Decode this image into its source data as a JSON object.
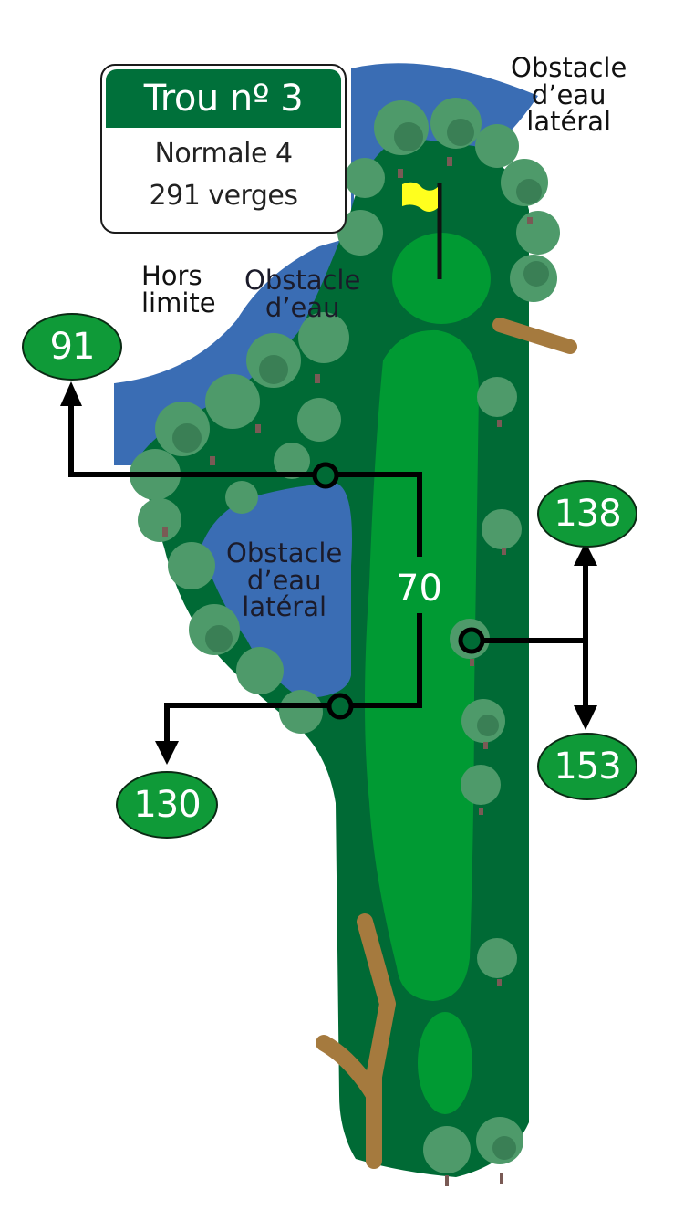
{
  "hole": {
    "title": "Trou nº 3",
    "par_label": "Normale 4",
    "distance_label": "291 verges"
  },
  "labels": {
    "lateral_hazard_top": [
      "Obstacle",
      "d’eau",
      "latéral"
    ],
    "out_of_bounds": [
      "Hors",
      "limite"
    ],
    "water_hazard": [
      "Obstacle",
      "d’eau"
    ],
    "lateral_hazard_mid": [
      "Obstacle",
      "d’eau",
      "latéral"
    ]
  },
  "yardages": {
    "left_top": "91",
    "left_bottom": "130",
    "right_top": "138",
    "right_bottom": "153",
    "between_markers": "70"
  },
  "colors": {
    "rough": "#006a35",
    "fairway": "#009a33",
    "water": "#3a6db4",
    "tree_light": "#4e9a6a",
    "tree_dark": "#3a7f55",
    "path": "#a57a3e",
    "flag": "#ffff1e",
    "sign_header": "#00703a",
    "yardage_badge": "#0f9a38"
  }
}
